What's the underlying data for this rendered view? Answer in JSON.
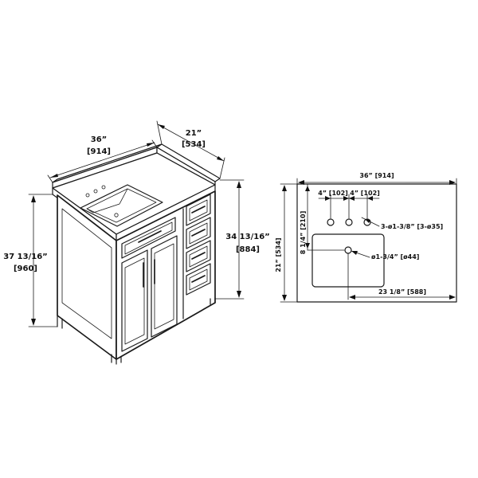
{
  "vanity": {
    "width_in": "36”",
    "width_mm": "[914]",
    "depth_in": "21”",
    "depth_mm": "[534]",
    "total_height_in": "37 13/16”",
    "total_height_mm": "[960]",
    "counter_height_in": "34 13/16”",
    "counter_height_mm": "[884]"
  },
  "top_view": {
    "width": "36” [914]",
    "hole_spacing_1": "4” [102]",
    "hole_spacing_2": "4” [102]",
    "hole_diameter": "3-ø1-3/8” [3-ø35]",
    "depth": "21” [534]",
    "back_offset": "8 1/4” [210]",
    "drain_diameter": "ø1-3/4” [ø44]",
    "side_offset": "23 1/8” [588]"
  }
}
